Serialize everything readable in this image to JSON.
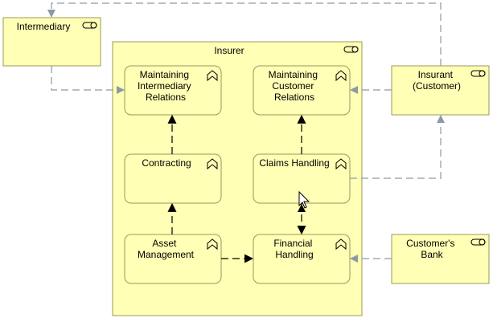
{
  "diagram": {
    "actors": [
      {
        "id": "intermediary",
        "lines": [
          "Intermediary"
        ]
      },
      {
        "id": "insurer",
        "lines": [
          "Insurer"
        ]
      },
      {
        "id": "insurant",
        "lines": [
          "Insurant",
          "(Customer)"
        ]
      },
      {
        "id": "customers-bank",
        "lines": [
          "Customer's",
          "Bank"
        ]
      }
    ],
    "functions": [
      {
        "id": "maintaining-intermediary-relations",
        "lines": [
          "Maintaining",
          "Intermediary",
          "Relations"
        ]
      },
      {
        "id": "maintaining-customer-relations",
        "lines": [
          "Maintaining",
          "Customer",
          "Relations"
        ]
      },
      {
        "id": "contracting",
        "lines": [
          "Contracting"
        ]
      },
      {
        "id": "claims-handling",
        "lines": [
          "Claims Handling"
        ]
      },
      {
        "id": "asset-management",
        "lines": [
          "Asset",
          "Management"
        ]
      },
      {
        "id": "financial-handling",
        "lines": [
          "Financial",
          "Handling"
        ]
      }
    ],
    "colors": {
      "element_fill": "#ffffb5",
      "element_stroke": "#9a9a5a",
      "flow_line": "#8a9aa6",
      "trigger_line": "#000000",
      "label_text": "#000000"
    }
  }
}
